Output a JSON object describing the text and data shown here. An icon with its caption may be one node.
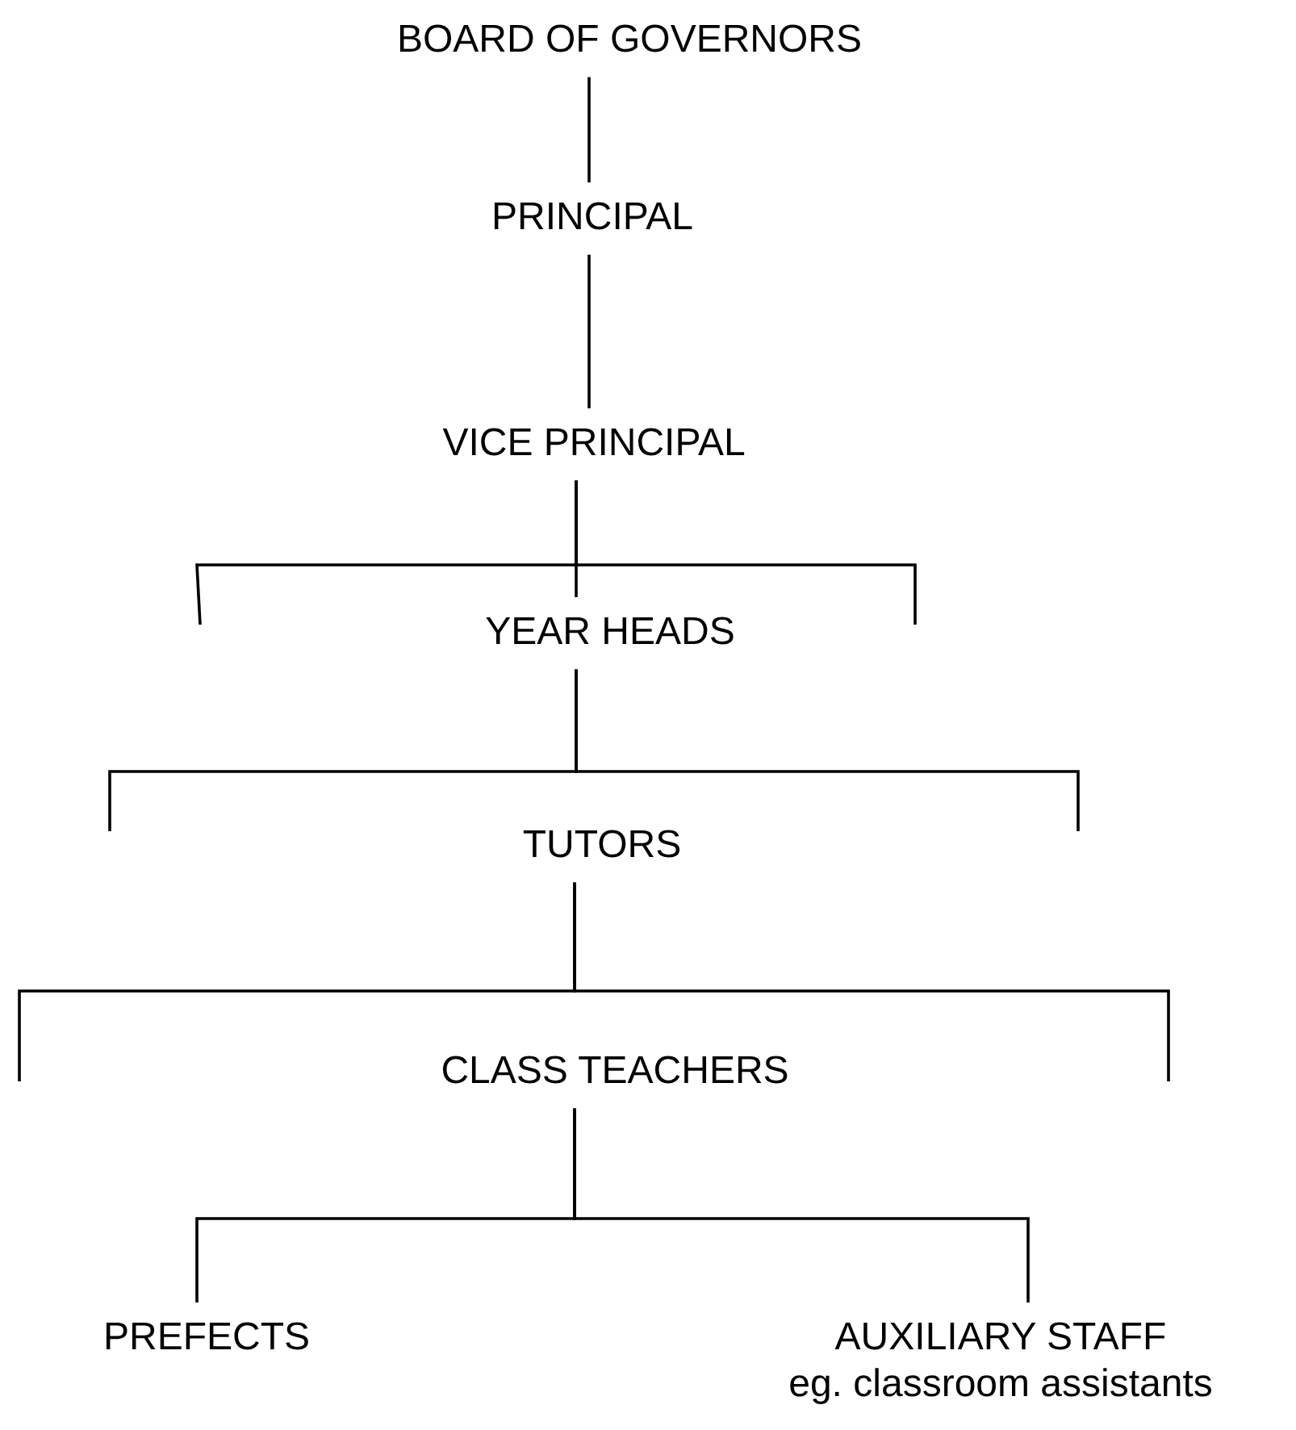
{
  "diagram": {
    "nodes": [
      {
        "text": [
          "BOARD OF GOVERNORS"
        ]
      },
      {
        "text": [
          "PRINCIPAL"
        ]
      },
      {
        "text": [
          "VICE PRINCIPAL"
        ]
      },
      {
        "text": [
          "YEAR HEADS"
        ]
      },
      {
        "text": [
          "TUTORS"
        ]
      },
      {
        "text": [
          "CLASS TEACHERS"
        ]
      },
      {
        "text": [
          "PREFECTS"
        ]
      },
      {
        "text": [
          "AUXILIARY STAFF",
          "eg. classroom assistants"
        ]
      }
    ],
    "edges": [
      {
        "from": 0,
        "to": 1,
        "arrow": "none"
      },
      {
        "from": 1,
        "to": 2,
        "arrow": "none"
      },
      {
        "from": 2,
        "to": 3,
        "arrow": "none"
      },
      {
        "from": 2,
        "to": null,
        "arrow": "none"
      },
      {
        "from": 2,
        "to": null,
        "arrow": "none"
      },
      {
        "from": 3,
        "to": null,
        "arrow": "none"
      },
      {
        "from": 3,
        "to": null,
        "arrow": "none"
      },
      {
        "from": 4,
        "to": null,
        "arrow": "none"
      },
      {
        "from": 4,
        "to": null,
        "arrow": "none"
      },
      {
        "from": 5,
        "to": 6,
        "arrow": "none"
      },
      {
        "from": 5,
        "to": 7,
        "arrow": "none"
      }
    ]
  }
}
